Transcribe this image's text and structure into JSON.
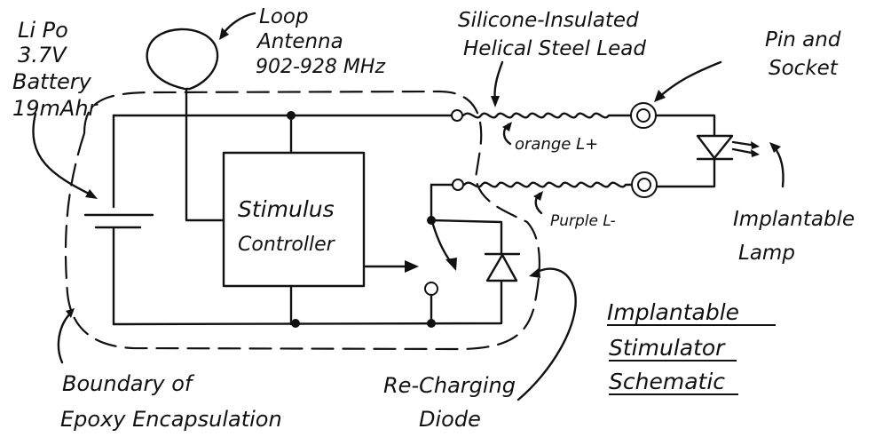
{
  "labels": {
    "battery": [
      "Li Po",
      "3.7V",
      "Battery",
      "19mAhr"
    ],
    "antenna": [
      "Loop",
      "Antenna",
      "902-928 MHz"
    ],
    "lead": [
      "Silicone-Insulated",
      "Helical Steel Lead"
    ],
    "pin": [
      "Pin and",
      "Socket"
    ],
    "controller": [
      "Stimulus",
      "Controller"
    ],
    "lamp": [
      "Implantable",
      "Lamp"
    ],
    "orange": "orange L+",
    "purple": "Purple L-",
    "epoxy": [
      "Boundary of",
      "Epoxy Encapsulation"
    ],
    "diode": [
      "Re-Charging",
      "Diode"
    ],
    "title": [
      "Implantable",
      "Stimulator",
      "Schematic"
    ]
  },
  "colors": {
    "ink": "#111111",
    "paper": "#ffffff"
  }
}
